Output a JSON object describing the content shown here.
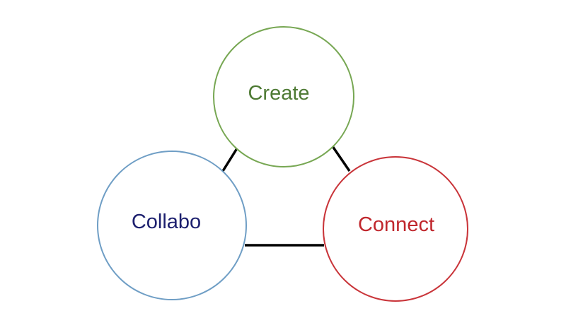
{
  "diagram": {
    "nodes": [
      {
        "id": "create",
        "label": "Create",
        "stroke": "#77a753",
        "text_color": "#4e7a34"
      },
      {
        "id": "collabo",
        "label": "Collabo",
        "stroke": "#6f9ec5",
        "text_color": "#1c1f6e"
      },
      {
        "id": "connect",
        "label": "Connect",
        "stroke": "#c9353a",
        "text_color": "#c0272d"
      }
    ],
    "edges": [
      {
        "from": "create",
        "to": "collabo"
      },
      {
        "from": "create",
        "to": "connect"
      },
      {
        "from": "collabo",
        "to": "connect"
      }
    ],
    "edge_color": "#000000"
  }
}
